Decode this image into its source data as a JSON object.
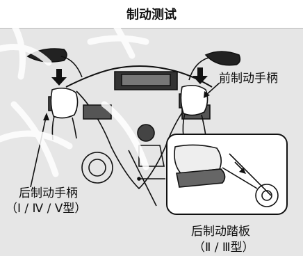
{
  "title": "制动测试",
  "labels": {
    "front_brake_lever": "前制动手柄",
    "rear_brake_lever": "后制动手柄",
    "rear_brake_lever_types": "（Ⅰ / Ⅳ / Ⅴ型）",
    "rear_brake_pedal": "后制动踏板",
    "rear_brake_pedal_types": "（Ⅱ / Ⅲ型）"
  },
  "watermark": {
    "text": "样本 学习 资料"
  },
  "colors": {
    "panel": "#e6e6e6",
    "line": "#111111",
    "watermark": "#ffffff"
  },
  "icons": [
    "down-arrow-icon",
    "down-arrow-icon",
    "pointer-arrow-icon",
    "pointer-arrow-icon",
    "pointer-arrow-icon"
  ]
}
